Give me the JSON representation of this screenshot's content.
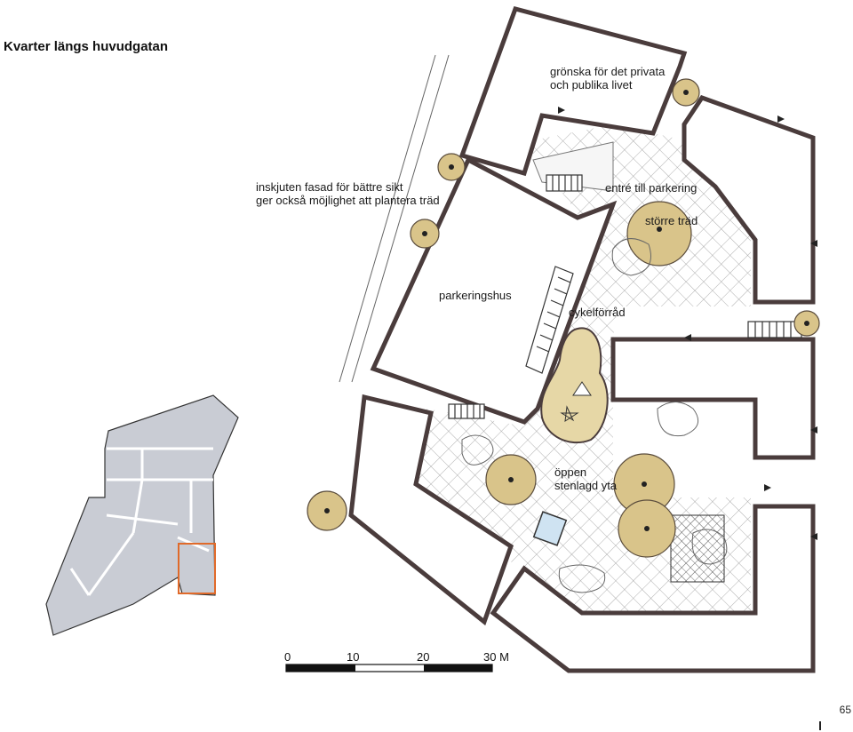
{
  "title": "Kvarter längs huvudgatan",
  "labels": {
    "greenery": [
      "grönska för det privata",
      "och publika livet"
    ],
    "recessed_facade": [
      "inskjuten fasad för bättre sikt",
      "ger också möjlighet att plantera träd"
    ],
    "parking_entrance": "entré till parkering",
    "larger_trees": "större träd",
    "parking_garage": "parkeringshus",
    "bike_storage": "cykelförråd",
    "open_square": [
      "öppen",
      "stenlagd yta"
    ]
  },
  "scale_bar": {
    "ticks": [
      "0",
      "10",
      "20",
      "30 M"
    ]
  },
  "page_number": "65",
  "colors": {
    "building_outline": "#4a3c3c",
    "tree_fill": "#d9c48a",
    "key_map_block": "#c9ccd4",
    "highlight_frame": "#e06a2a"
  }
}
